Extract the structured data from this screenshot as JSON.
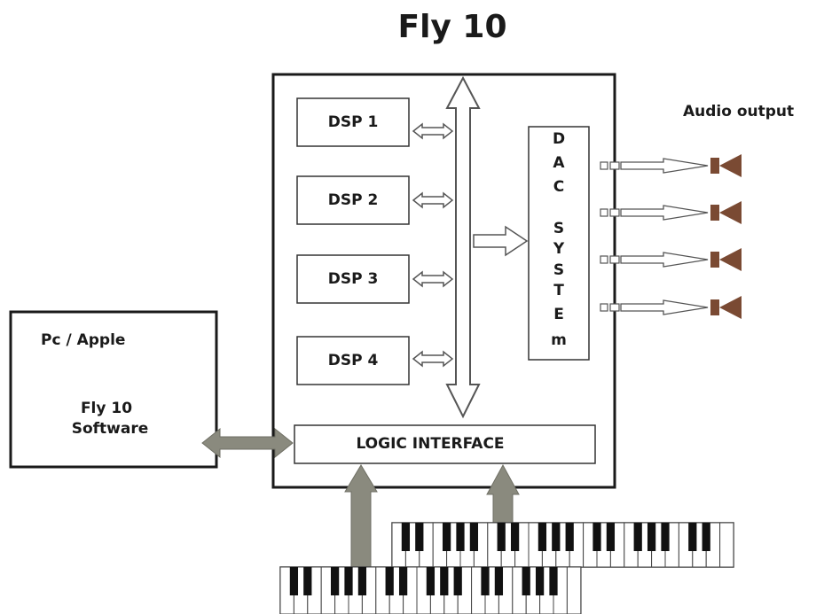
{
  "title": "Fly 10",
  "audio_output_label": "Audio output",
  "dsp_labels": [
    "DSP 1",
    "DSP 2",
    "DSP 3",
    "DSP 4"
  ],
  "dac_letters": [
    "D",
    "A",
    "C",
    "S",
    "Y",
    "S",
    "T",
    "E",
    "m"
  ],
  "logic_interface_label": "LOGIC INTERFACE",
  "computer": {
    "line1": "Pc / Apple",
    "line2": "Fly 10",
    "line3": "Software"
  },
  "colors": {
    "line": "#1a1a1a",
    "grey_arrow": "#8a8a7e",
    "speaker": "#7a4a33",
    "bus_outline": "#555555"
  },
  "icons": [
    "speaker-icon",
    "keyboard-icon",
    "bus-arrow-icon"
  ]
}
